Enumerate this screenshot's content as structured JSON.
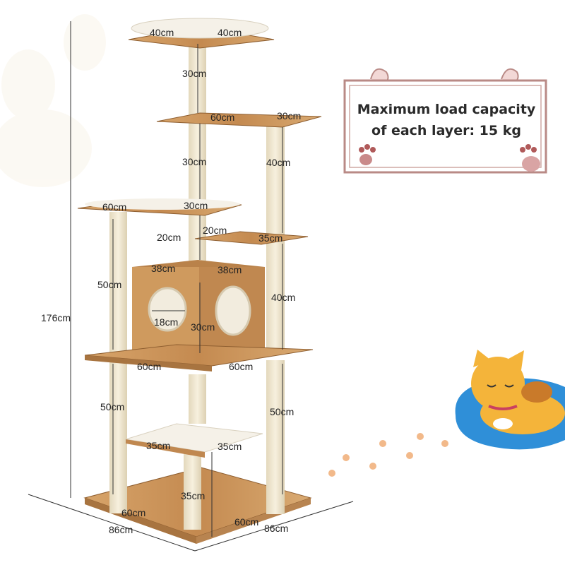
{
  "sign": {
    "line1": "Maximum load capacity",
    "line2": "of each layer: 15 kg"
  },
  "dimensions": {
    "top_left": "40cm",
    "top_right": "40cm",
    "post1": "30cm",
    "l2_left": "60cm",
    "l2_right": "30cm",
    "post2": "30cm",
    "right_upper_post": "40cm",
    "l3_left": "60cm",
    "l3_right": "30cm",
    "small_post": "20cm",
    "small_platform": "20cm",
    "small_platform_right": "35cm",
    "house_left": "38cm",
    "house_right": "38cm",
    "left_upper_post": "50cm",
    "right_mid_post": "40cm",
    "hole": "18cm",
    "house_height": "30cm",
    "total_height": "176cm",
    "deck_left": "60cm",
    "deck_right": "60cm",
    "left_lower_post": "50cm",
    "right_lower_post": "50cm",
    "hammock_left": "35cm",
    "hammock_right": "35cm",
    "base_post": "35cm",
    "base_left": "60cm",
    "base_right": "60cm",
    "footprint_left": "86cm",
    "footprint_right": "86cm"
  },
  "colors": {
    "wood": "#c9965e",
    "wood_dark": "#a87440",
    "sisal": "#efe6cf",
    "cushion": "#f5f1e8",
    "sign_border": "#b98a86",
    "cat_orange": "#f4b43a",
    "mat_blue": "#2f8fd8"
  }
}
